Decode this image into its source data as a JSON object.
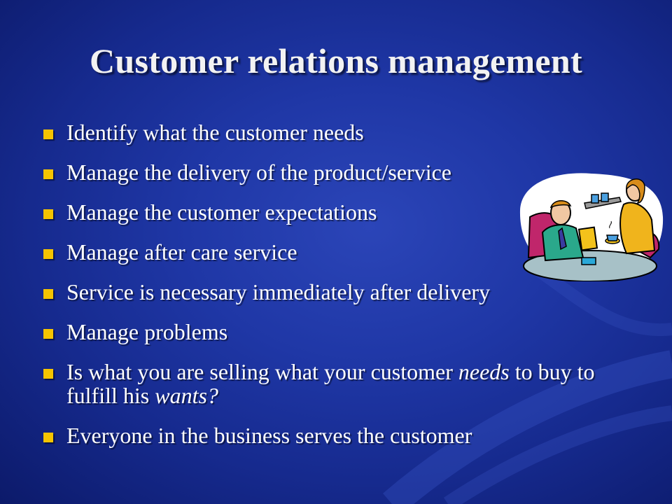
{
  "slide": {
    "title": "Customer relations management",
    "bullets": [
      {
        "text": "Identify what the customer needs"
      },
      {
        "text": "Manage the delivery of the product/service"
      },
      {
        "text": "Manage the customer expectations"
      },
      {
        "text": "Manage after care service"
      },
      {
        "text": "Service is necessary immediately after delivery"
      },
      {
        "text": "Manage problems"
      },
      {
        "part1": "Is what you are selling what your customer ",
        "emph1": "needs",
        "part2": " to buy to fulfill his ",
        "emph2": "wants?"
      },
      {
        "text": "Everyone in the business serves the customer"
      }
    ]
  },
  "colors": {
    "background": "#1f37a6",
    "bullet_marker": "#f5c400",
    "text": "#ffffff"
  },
  "icons": {
    "bullet": "square-bullet-icon",
    "clipart": "customer-service-clipart-icon"
  }
}
